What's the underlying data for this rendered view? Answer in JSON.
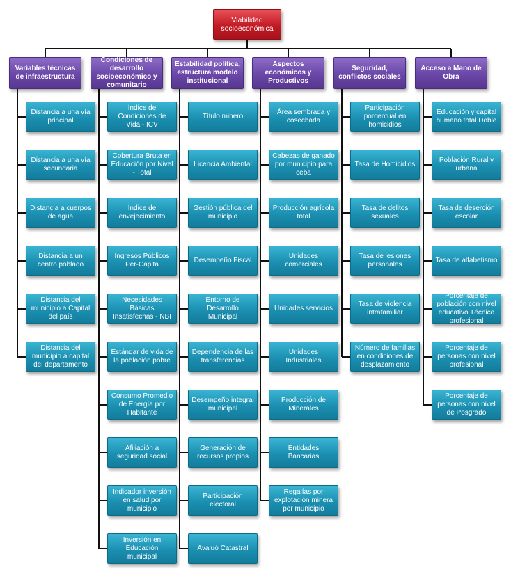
{
  "root": "Viabilidad socioeconómica",
  "categories": [
    {
      "label": "Variables técnicas de infraestructura",
      "items": [
        "Distancia a una vía principal",
        "Distancia a una vía secundaria",
        "Distancia a cuerpos de agua",
        "Distancia a un centro poblado",
        "Distancia del municipio a Capital del país",
        "Distancia del municipio a capital del departamento"
      ]
    },
    {
      "label": "Condiciones de desarrollo socioeconómico y comunitario",
      "items": [
        "Índice de Condiciones de Vida - ICV",
        "Cobertura Bruta en Educación por Nivel - Total",
        "Índice de envejecimiento",
        "Ingresos Públicos Per-Cápita",
        "Necesidades Básicas Insatisfechas - NBI",
        "Estándar de vida de la población pobre",
        "Consumo Promedio de Energía por Habitante",
        "Afiliación a seguridad social",
        "Indicador inversión en salud por municipio",
        "Inversión en Educación municipal"
      ]
    },
    {
      "label": "Estabilidad política, estructura modelo institucional",
      "items": [
        "Título minero",
        "Licencia Ambiental",
        "Gestión pública del municipio",
        "Desempeño Fiscal",
        "Entorno de Desarrollo Municipal",
        "Dependencia de las transferencias",
        "Desempeño integral municipal",
        "Generación de recursos propios",
        "Participación electoral",
        "Avaluó Catastral"
      ]
    },
    {
      "label": "Aspectos económicos y Productivos",
      "items": [
        "Área sembrada y cosechada",
        "Cabezas de ganado por municipio para ceba",
        "Producción agrícola total",
        "Unidades comerciales",
        "Unidades servicios",
        "Unidades Industriales",
        "Producción de Minerales",
        "Entidades Bancarias",
        "Regalías por explotación minera por municipio"
      ]
    },
    {
      "label": "Seguridad, conflictos sociales",
      "items": [
        "Participación porcentual en homicidios",
        "Tasa de Homicidios",
        "Tasa de delitos sexuales",
        "Tasa de lesiones personales",
        "Tasa de violencia intrafamiliar",
        "Número de familias en condiciones de desplazamiento"
      ]
    },
    {
      "label": "Acceso a Mano de Obra",
      "items": [
        "Educación y capital humano total Doble",
        "Población Rural y urbana",
        "Tasa de deserción escolar",
        "Tasa de alfabetismo",
        "Porcentaje de población con nivel educativo Técnico profesional",
        "Porcentaje de personas con nivel profesional",
        "Porcentaje de personas con nivel de Posgrado"
      ]
    }
  ],
  "colors": {
    "root": "#c21a24",
    "category": "#6a47a8",
    "leaf": "#1b8fb1",
    "connector": "#111111"
  }
}
